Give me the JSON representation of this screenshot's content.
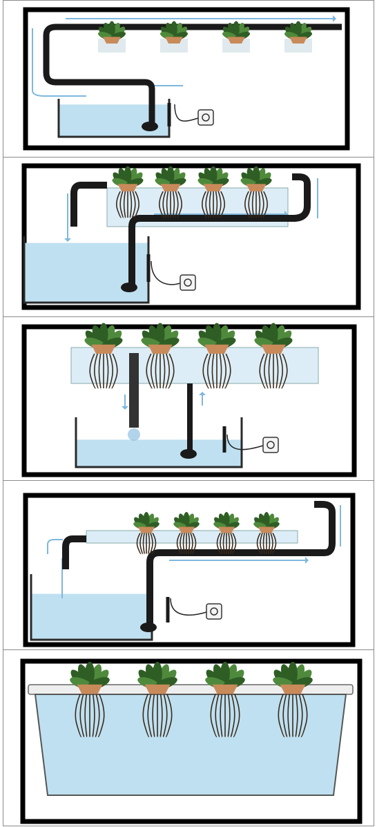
{
  "colors": {
    "water": "#bfe0f0",
    "water_light": "#dcedf7",
    "pipe": "#1a1a1a",
    "flow_arrow": "#7fb7dd",
    "frame": "#000000",
    "leaf": "#4f8a3c",
    "leaf_dark": "#2f5e25",
    "pot": "#c98a5a",
    "root": "#3a2a1c",
    "tray": "#dfe9ee"
  },
  "panels": [
    {
      "index": 1,
      "layout": "drip"
    },
    {
      "index": 2,
      "layout": "nft-trough"
    },
    {
      "index": 3,
      "layout": "ebb-and-flow"
    },
    {
      "index": 4,
      "layout": "nft-sloped"
    },
    {
      "index": 5,
      "layout": "deep-water-culture"
    }
  ],
  "icons": [
    "plant-icon",
    "pump-icon",
    "power-outlet-icon",
    "reservoir-icon",
    "flow-arrow-icon"
  ]
}
